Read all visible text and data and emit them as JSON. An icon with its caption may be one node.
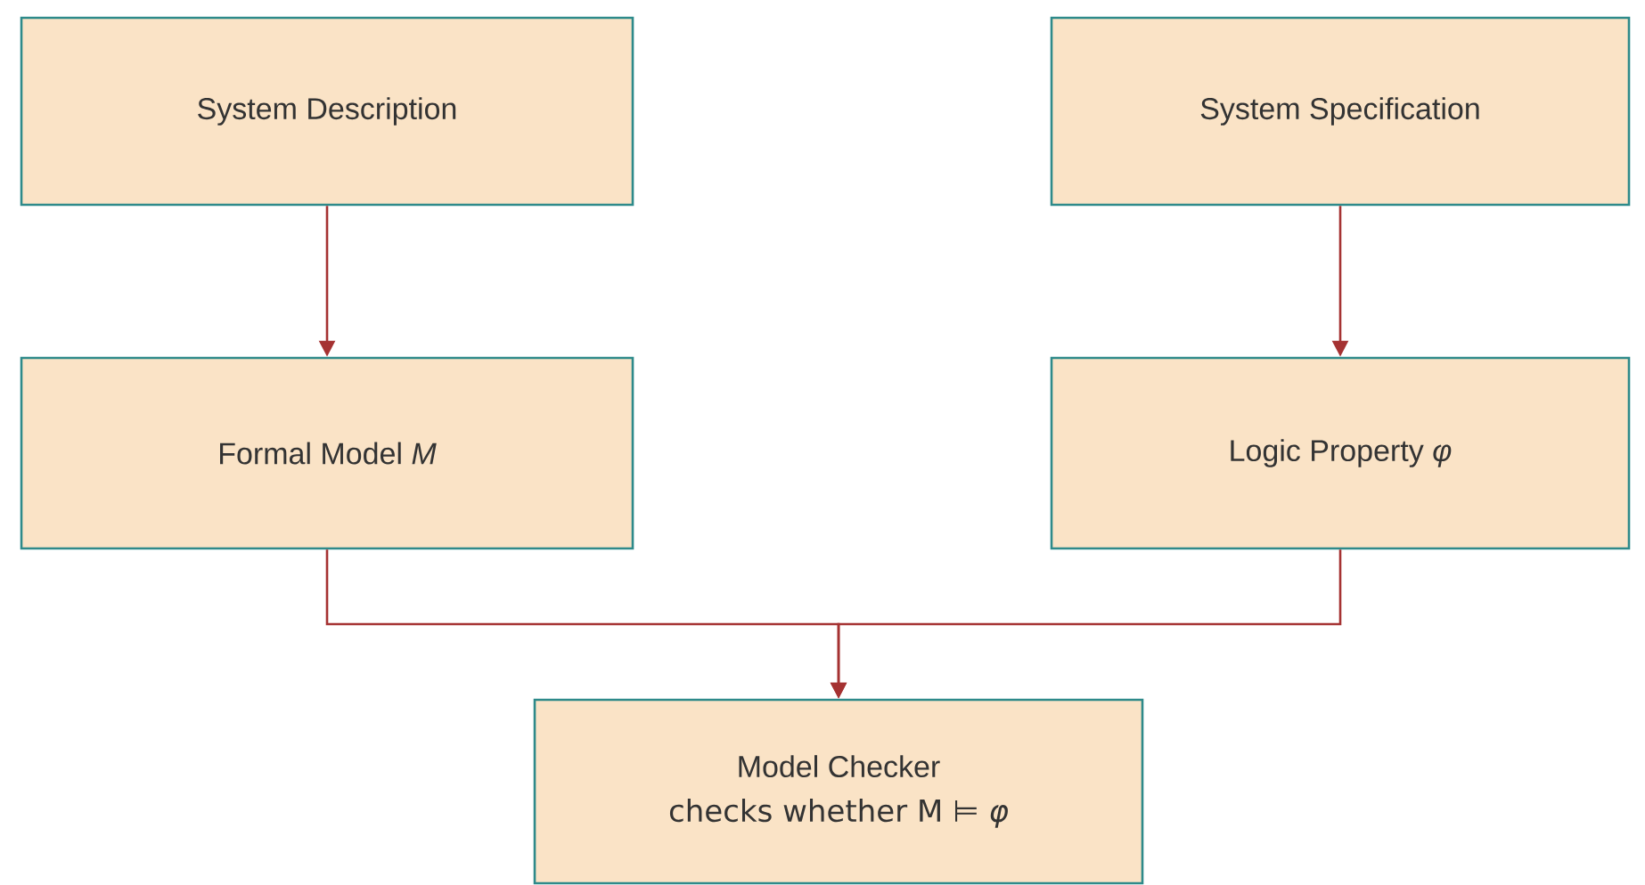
{
  "diagram": {
    "nodes": [
      {
        "text": [
          "System Description"
        ]
      },
      {
        "text": [
          "System Specification"
        ]
      },
      {
        "text": [
          "Formal Model *M*"
        ]
      },
      {
        "text": [
          "Logic Property *φ*"
        ]
      },
      {
        "text": [
          "Model Checker",
          "checks whether M ⊨ *φ*"
        ]
      }
    ],
    "edges": [
      {
        "from": 0,
        "to": 2,
        "arrow": "to"
      },
      {
        "from": 1,
        "to": 3,
        "arrow": "to"
      },
      {
        "from": 2,
        "to": 4,
        "arrow": "to"
      },
      {
        "from": 3,
        "to": 4,
        "arrow": "to"
      }
    ]
  }
}
